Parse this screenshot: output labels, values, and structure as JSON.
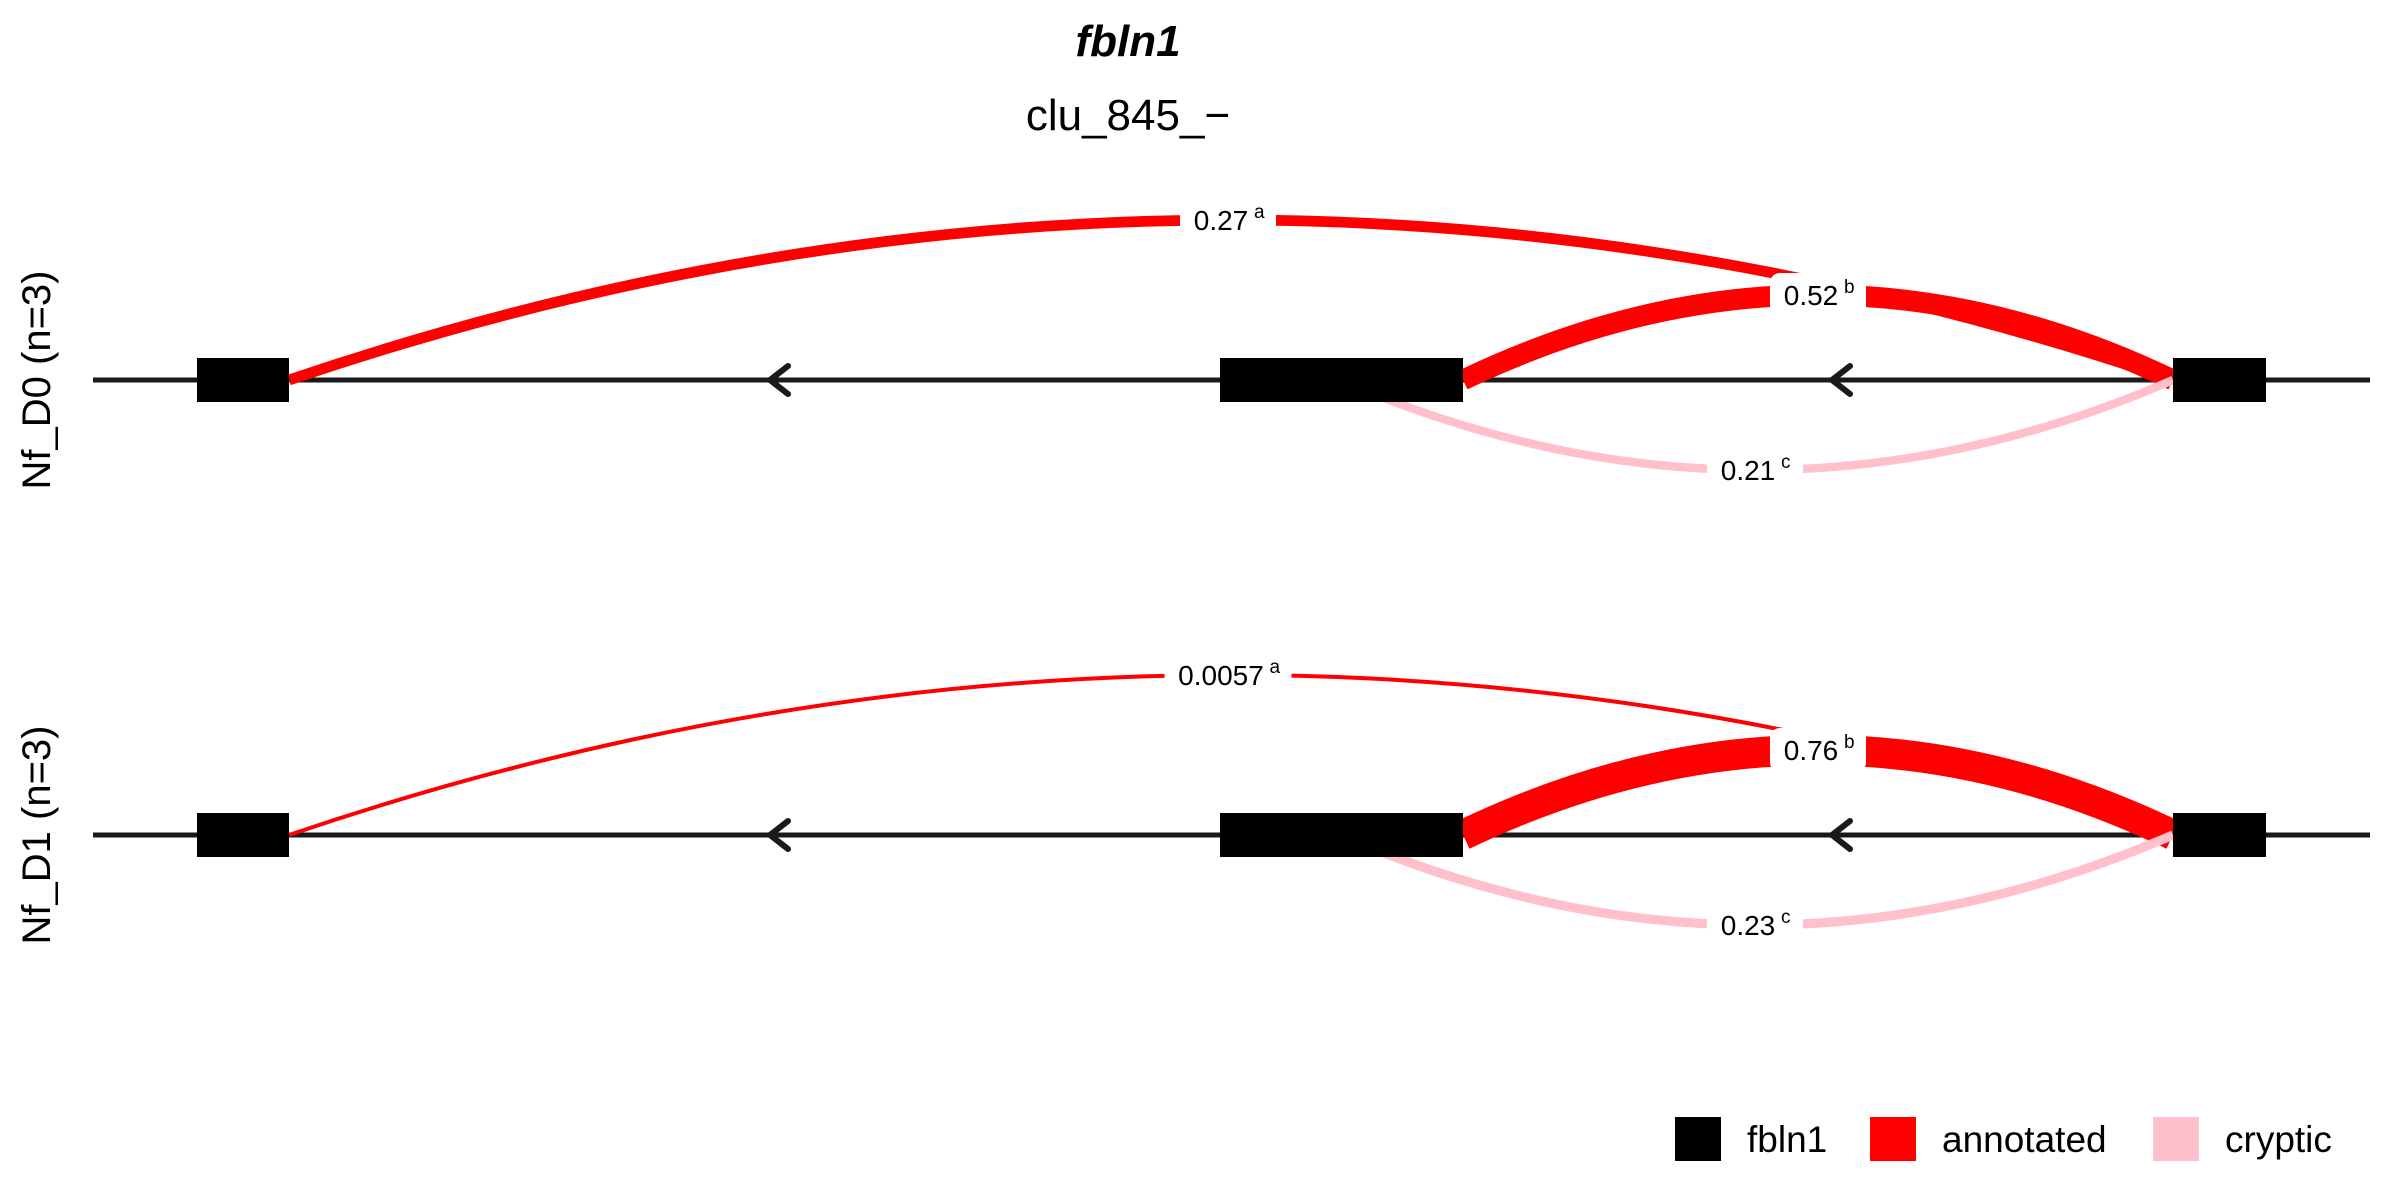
{
  "title": "fbln1",
  "subtitle": "clu_845_−",
  "colors": {
    "exon": "#000000",
    "annotated": "#ff0000",
    "cryptic": "#ffc0cb",
    "intron_line": "#1a1a1a"
  },
  "panels": [
    {
      "label": "Nf_D0 (n=3)",
      "junctions": [
        {
          "id": "a",
          "value": "0.27",
          "superscript": "a",
          "type": "annotated",
          "fraction": 0.27
        },
        {
          "id": "b",
          "value": "0.52",
          "superscript": "b",
          "type": "annotated",
          "fraction": 0.52
        },
        {
          "id": "c",
          "value": "0.21",
          "superscript": "c",
          "type": "cryptic",
          "fraction": 0.21
        }
      ]
    },
    {
      "label": "Nf_D1 (n=3)",
      "junctions": [
        {
          "id": "a",
          "value": "0.0057",
          "superscript": "a",
          "type": "annotated",
          "fraction": 0.0057
        },
        {
          "id": "b",
          "value": "0.76",
          "superscript": "b",
          "type": "annotated",
          "fraction": 0.76
        },
        {
          "id": "c",
          "value": "0.23",
          "superscript": "c",
          "type": "cryptic",
          "fraction": 0.23
        }
      ]
    }
  ],
  "legend": [
    {
      "label": "fbln1",
      "color": "#000000"
    },
    {
      "label": "annotated",
      "color": "#ff0000"
    },
    {
      "label": "cryptic",
      "color": "#ffc0cb"
    }
  ]
}
